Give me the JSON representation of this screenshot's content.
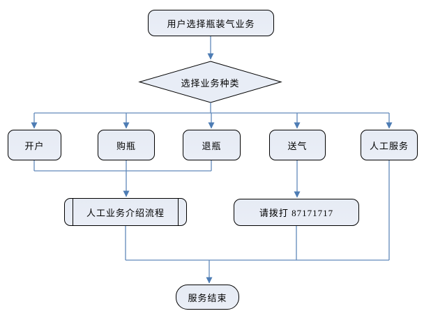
{
  "diagram": {
    "nodes": {
      "start": {
        "label": "用户选择瓶装气业务",
        "type": "terminator"
      },
      "decision": {
        "label": "选择业务种类",
        "type": "decision"
      },
      "open_account": {
        "label": "开户",
        "type": "process"
      },
      "buy_bottle": {
        "label": "购瓶",
        "type": "process"
      },
      "return_bottle": {
        "label": "退瓶",
        "type": "process"
      },
      "deliver_gas": {
        "label": "送气",
        "type": "process"
      },
      "manual_service": {
        "label": "人工服务",
        "type": "process"
      },
      "intro_process": {
        "label": "人工业务介绍流程",
        "type": "predefined-process"
      },
      "call_hotline": {
        "label": "请拨打 87171717",
        "type": "process"
      },
      "end": {
        "label": "服务结束",
        "type": "terminator"
      }
    },
    "colors": {
      "node_fill": "#e8edf6",
      "node_border": "#000000",
      "connector": "#6089ba",
      "arrowhead": "#4d7cb4",
      "text": "#000000",
      "background": "#ffffff"
    }
  }
}
